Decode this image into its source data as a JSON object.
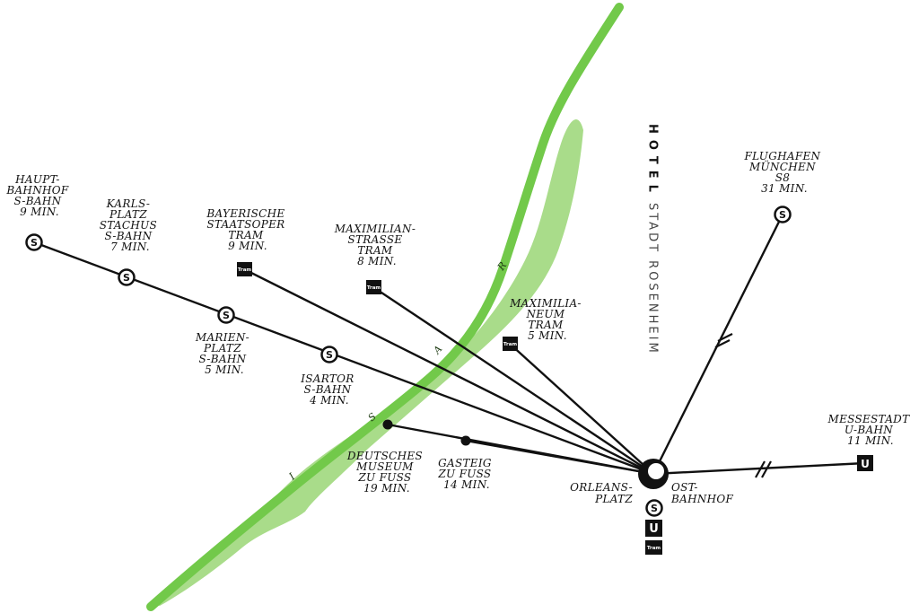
{
  "river": {
    "letters": [
      "I",
      "S",
      "A",
      "R"
    ]
  },
  "hotel": {
    "title_part1": "HOTEL",
    "title_part2": "STADT ROSENHEIM"
  },
  "hub": {
    "label_line1": "ORLEANS-",
    "label_line2": "PLATZ",
    "label_east_line1": "OST-",
    "label_east_line2": "BAHNHOF",
    "symbols": [
      "S",
      "U",
      "Tram"
    ]
  },
  "destinations": {
    "hauptbahnhof": {
      "symbol": "S",
      "label": [
        "HAUPT-",
        "BAHNHOF",
        "S-BAHN",
        "9 MIN."
      ]
    },
    "karlsplatz": {
      "symbol": "S",
      "label": [
        "KARLS-",
        "PLATZ",
        "STACHUS",
        "S-BAHN",
        "7 MIN."
      ]
    },
    "marienplatz": {
      "symbol": "S",
      "label": [
        "MARIEN-",
        "PLATZ",
        "S-BAHN",
        "5 MIN."
      ]
    },
    "isartor": {
      "symbol": "S",
      "label": [
        "ISARTOR",
        "S-BAHN",
        "4 MIN."
      ]
    },
    "staatsoper": {
      "symbol": "Tram",
      "label": [
        "BAYERISCHE",
        "STAATSOPER",
        "TRAM",
        "9 MIN."
      ]
    },
    "maximilianstrasse": {
      "symbol": "Tram",
      "label": [
        "MAXIMILIAN-",
        "STRASSE",
        "TRAM",
        "8 MIN."
      ]
    },
    "maximilianeum": {
      "symbol": "Tram",
      "label": [
        "MAXIMILIA-",
        "NEUM",
        "TRAM",
        "5 MIN."
      ]
    },
    "deutsches_museum": {
      "symbol": "dot",
      "label": [
        "DEUTSCHES",
        "MUSEUM",
        "ZU FUSS",
        "19 MIN."
      ]
    },
    "gasteig": {
      "symbol": "dot",
      "label": [
        "GASTEIG",
        "ZU FUSS",
        "14 MIN."
      ]
    },
    "flughafen": {
      "symbol": "S",
      "label": [
        "FLUGHAFEN",
        "MÜNCHEN",
        "S8",
        "31 MIN."
      ]
    },
    "messestadt": {
      "symbol": "U",
      "label": [
        "MESSESTADT",
        "U-BAHN",
        "11 MIN."
      ]
    }
  },
  "colors": {
    "river_light": "#a9dc8a",
    "river_dark": "#72c94a",
    "line": "#111111"
  }
}
